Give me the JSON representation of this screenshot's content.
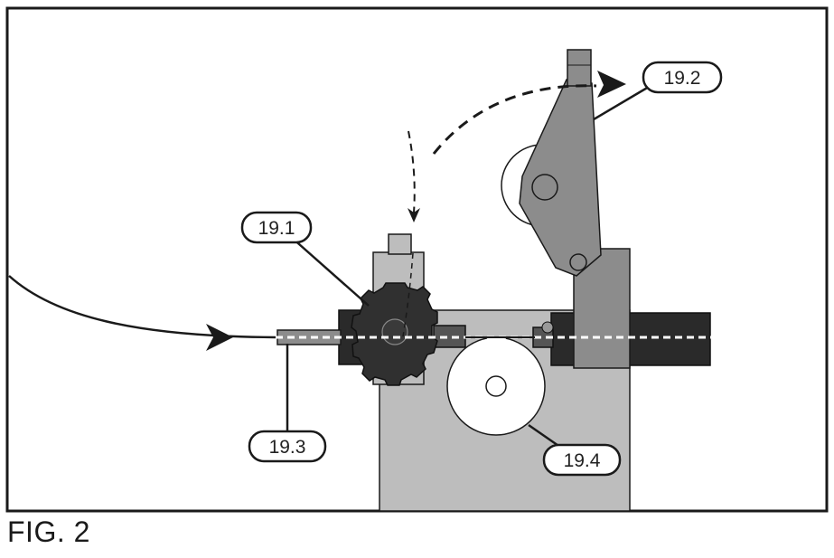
{
  "figure": {
    "caption": "FIG. 2",
    "callouts": {
      "c1": "19.1",
      "c2": "19.2",
      "c3": "19.3",
      "c4": "19.4"
    }
  },
  "colors": {
    "frame": "#1a1a1a",
    "housing": "#bdbdbd",
    "part_gray": "#8c8c8c",
    "dark": "#2a2a2a",
    "knob": "#303030",
    "white": "#ffffff"
  }
}
